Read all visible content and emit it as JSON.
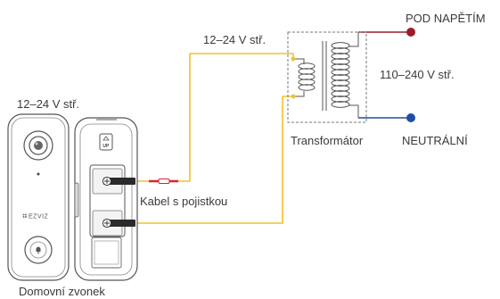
{
  "labels": {
    "transformer_input_voltage": "12–24 V stř.",
    "doorbell_voltage": "12–24 V stř.",
    "live": "POD NAPĚTÍM",
    "mains_voltage": "110–240 V stř.",
    "transformer": "Transformátor",
    "neutral": "NEUTRÁLNÍ",
    "fuse_cable": "Kabel s pojistkou",
    "doorbell": "Domovní zvonek"
  },
  "logo": {
    "brand": "EZVIZ"
  },
  "button": {
    "up_label": "UP"
  },
  "colors": {
    "low_voltage_wire": "#f2c12e",
    "live_wire": "#9b1d2a",
    "neutral_wire": "#1f4fa3",
    "fuse_red": "#d9232e",
    "outline": "#555555",
    "text": "#3a3a3a"
  },
  "icons": {
    "camera": "camera-lens-icon",
    "doorbell_button": "bell-icon",
    "terminal": "screw-terminal-icon"
  }
}
